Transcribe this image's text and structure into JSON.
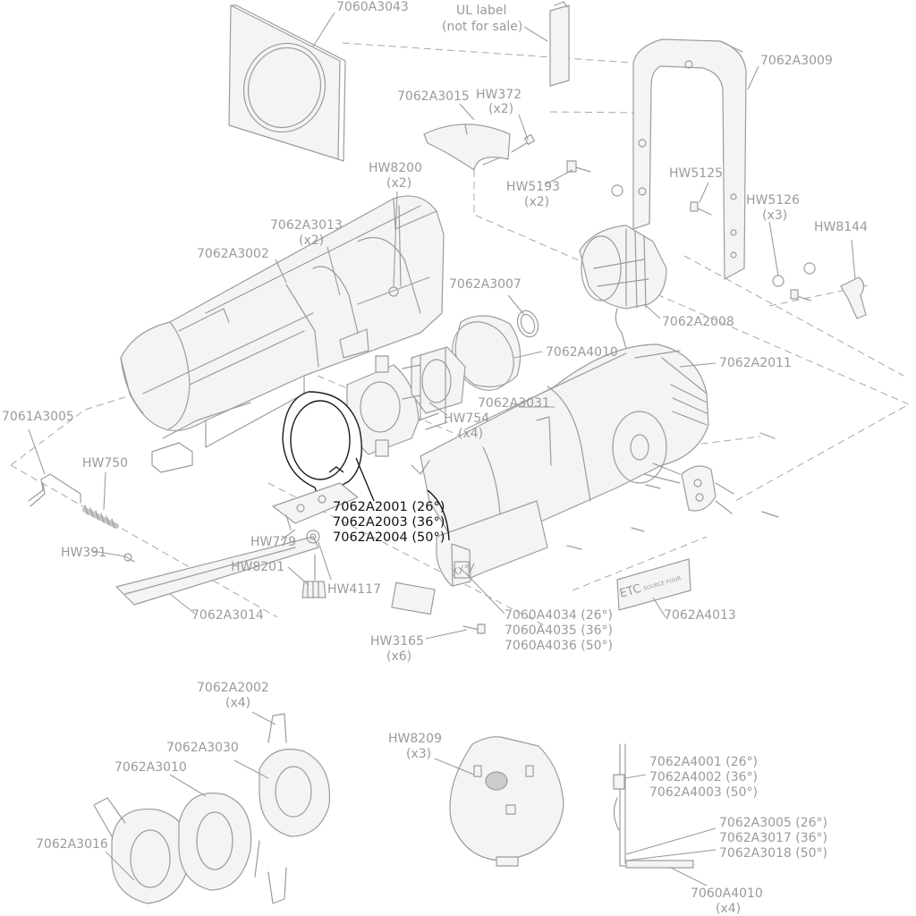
{
  "diagram": {
    "labels": {
      "p_7060A3043": "7060A3043",
      "ul_label_1": "UL label",
      "ul_label_2": "(not for sale)",
      "p_7062A3009": "7062A3009",
      "p_7062A3015": "7062A3015",
      "hw372_1": "HW372",
      "hw372_2": "(x2)",
      "hw8200_1": "HW8200",
      "hw8200_2": "(x2)",
      "hw5193_1": "HW5193",
      "hw5193_2": "(x2)",
      "hw5125": "HW5125",
      "hw5126_1": "HW5126",
      "hw5126_2": "(x3)",
      "hw8144": "HW8144",
      "p_7062A3013_1": "7062A3013",
      "p_7062A3013_2": "(x2)",
      "p_7062A3002": "7062A3002",
      "p_7062A3007": "7062A3007",
      "p_7062A2008": "7062A2008",
      "p_7062A4010": "7062A4010",
      "p_7062A2011": "7062A2011",
      "p_7062A3031": "7062A3031",
      "hw754_1": "HW754",
      "hw754_2": "(x4)",
      "p_7061A3005": "7061A3005",
      "hw750": "HW750",
      "hl_1": "7062A2001 (26°)",
      "hl_2": "7062A2003 (36°)",
      "hl_3": "7062A2004 (50°)",
      "hw391": "HW391",
      "hw779": "HW779",
      "hw8201": "HW8201",
      "hw4117": "HW4117",
      "p_7062A3014": "7062A3014",
      "hw3165_1": "HW3165",
      "hw3165_2": "(x6)",
      "lens_1": "7060A4034 (26°)",
      "lens_2": "7060A4035 (36°)",
      "lens_3": "7060A4036 (50°)",
      "p_7062A4013": "7062A4013",
      "p_7062A2002_1": "7062A2002",
      "p_7062A2002_2": "(x4)",
      "p_7062A3030": "7062A3030",
      "p_7062A3010": "7062A3010",
      "p_7062A3016": "7062A3016",
      "hw8209_1": "HW8209",
      "hw8209_2": "(x3)",
      "br_1": "7062A4001 (26°)",
      "br_2": "7062A4002 (36°)",
      "br_3": "7062A4003 (50°)",
      "br_4": "7062A3005 (26°)",
      "br_5": "7062A3017 (36°)",
      "br_6": "7062A3018 (50°)",
      "p_7060A4010_1": "7060A4010",
      "p_7060A4010_2": "(x4)",
      "etc_logo": "ETC",
      "etc_sub": "SOURCE FOUR",
      "lens_mark": "XX°"
    },
    "colors": {
      "part_stroke": "#9c9c9c",
      "label_text": "#9a9a9a",
      "highlight": "#111111"
    }
  }
}
